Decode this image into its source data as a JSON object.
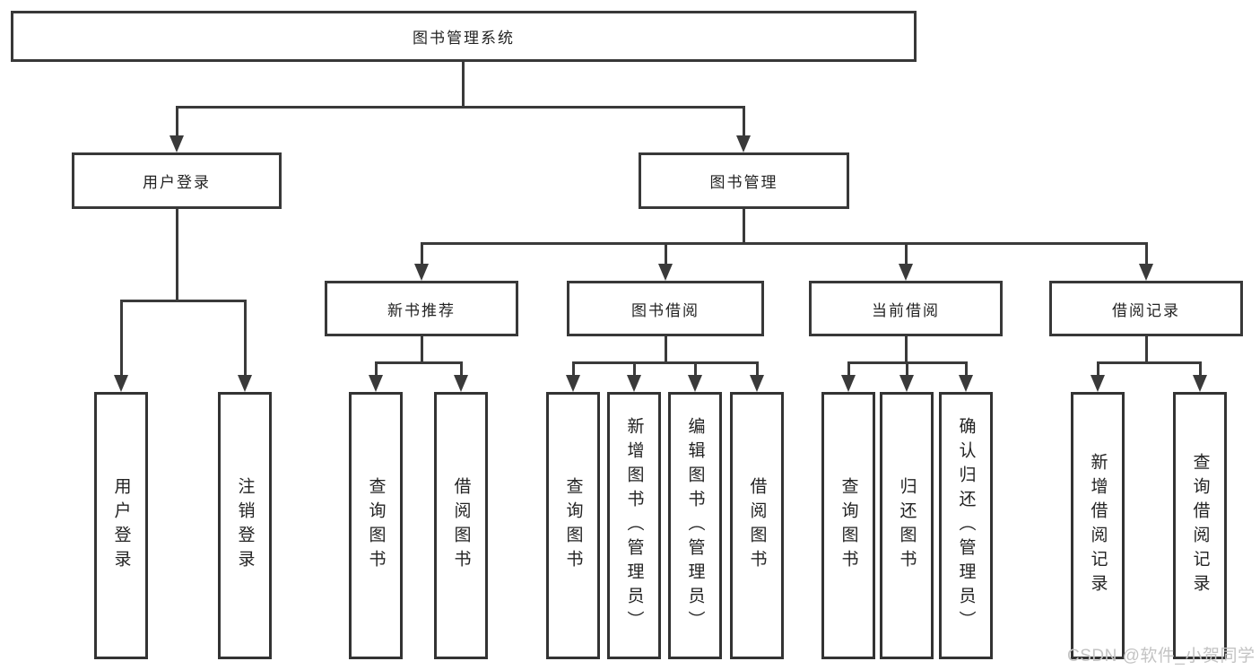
{
  "diagram": {
    "title_node": {
      "label": "图书管理系统"
    },
    "level2": [
      {
        "label": "用户登录"
      },
      {
        "label": "图书管理"
      }
    ],
    "level3": [
      {
        "label": "新书推荐",
        "parent": "图书管理"
      },
      {
        "label": "图书借阅",
        "parent": "图书管理"
      },
      {
        "label": "当前借阅",
        "parent": "图书管理"
      },
      {
        "label": "借阅记录",
        "parent": "图书管理"
      }
    ],
    "leaves": [
      {
        "label": "用户登录",
        "parent": "用户登录"
      },
      {
        "label": "注销登录",
        "parent": "用户登录"
      },
      {
        "label": "查询图书",
        "parent": "新书推荐"
      },
      {
        "label": "借阅图书",
        "parent": "新书推荐"
      },
      {
        "label": "查询图书",
        "parent": "图书借阅"
      },
      {
        "label": "新增图书（管理员）",
        "parent": "图书借阅"
      },
      {
        "label": "编辑图书（管理员）",
        "parent": "图书借阅"
      },
      {
        "label": "借阅图书",
        "parent": "图书借阅"
      },
      {
        "label": "查询图书",
        "parent": "当前借阅"
      },
      {
        "label": "归还图书",
        "parent": "当前借阅"
      },
      {
        "label": "确认归还（管理员）",
        "parent": "当前借阅"
      },
      {
        "label": "新增借阅记录",
        "parent": "借阅记录"
      },
      {
        "label": "查询借阅记录",
        "parent": "借阅记录"
      }
    ]
  },
  "watermark": {
    "text": "CSDN @软件_小贺同学"
  },
  "colors": {
    "line": "#3a3a3a",
    "text": "#232323",
    "watermark": "#c3c3c3",
    "background": "#ffffff"
  }
}
